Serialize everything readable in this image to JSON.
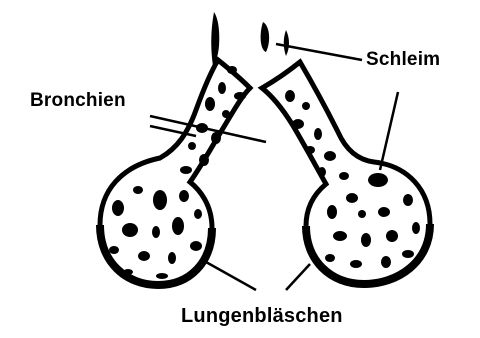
{
  "diagram": {
    "labels": {
      "bronchien": "Bronchien",
      "schleim": "Schleim",
      "lungenblaeschen": "Lungenbläschen"
    },
    "colors": {
      "ink": "#000000",
      "background": "#ffffff"
    }
  }
}
